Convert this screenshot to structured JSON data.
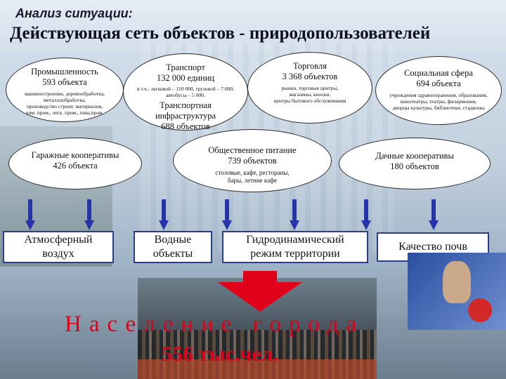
{
  "header": {
    "subtitle": "Анализ ситуации:",
    "title": "Действующая сеть объектов - природопользователей"
  },
  "categories": {
    "industry": {
      "title_1": "Промышленность",
      "title_2": "593 объекта",
      "detail_1": "машиностроение, деревообработка,",
      "detail_2": "металлообработка,",
      "detail_3": "производство строит. материалов,",
      "detail_4": "хим. пром., легк. пром., пищ.пром."
    },
    "transport": {
      "title_1": "Транспорт",
      "title_2": "132 000 единиц",
      "detail_1": "в т.ч.: легковой – 110 000, грузовой – 7 000,",
      "detail_2": "автобусы – 5 000."
    },
    "trade": {
      "title_1": "Торговля",
      "title_2": "3 368 объектов",
      "detail_1": "рынки, торговые центры,",
      "detail_2": "магазины, киоски,",
      "detail_3": "центры бытового обслуживания"
    },
    "social": {
      "title_1": "Социальная сфера",
      "title_2": "694 объекта",
      "detail_1": "учреждения здравоохранения, образования,",
      "detail_2": "кинотеатры, театры, филармония,",
      "detail_3": "дворцы культуры, библиотеки, стадионы"
    },
    "transport_infra": {
      "title_1": "Транспортная",
      "title_2": "инфраструктура",
      "title_3": "688 объектов"
    },
    "garages": {
      "title_1": "Гаражные кооперативы",
      "title_2": "426 объекта"
    },
    "catering": {
      "title_1": "Общественное питание",
      "title_2": "739 объектов",
      "detail_1": "столовые, кафе, рестораны,",
      "detail_2": "бары, летние кафе"
    },
    "dachas": {
      "title_1": "Дачные кооперативы",
      "title_2": "180 объектов"
    }
  },
  "impacts": {
    "air": {
      "line_1": "Атмосферный",
      "line_2": "воздух"
    },
    "water": {
      "line_1": "Водные",
      "line_2": "объекты"
    },
    "hydro": {
      "line_1": "Гидродинамический",
      "line_2": "режим территории"
    },
    "soil": {
      "line_1": "Качество почв"
    }
  },
  "population": {
    "label": "Население города",
    "count": "556 тыс.чел."
  },
  "colors": {
    "arrow_blue": "#2535a8",
    "impact_border": "#2c3e8a",
    "population_red": "#e1001a"
  }
}
